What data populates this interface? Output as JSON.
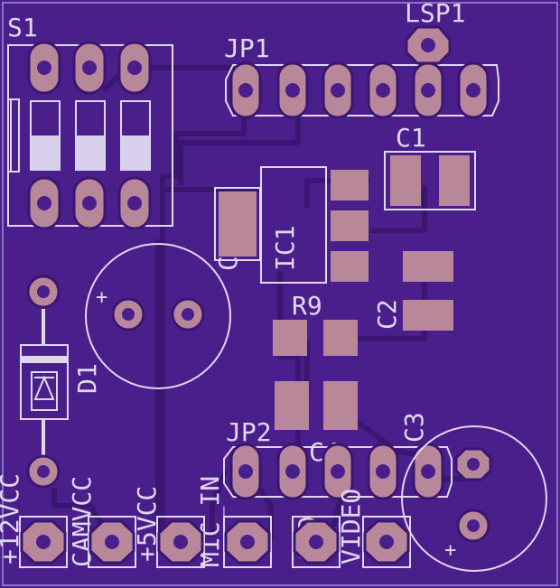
{
  "colors": {
    "board": "#4a1f8c",
    "trace": "#3c1675",
    "silk": "#e0d8ee",
    "pad": "#b8889a",
    "edge": "#cfc6e6"
  },
  "labels": {
    "s1": "S1",
    "jp1": "JP1",
    "lsp1": "LSP1",
    "c1": "C1",
    "ic1": "IC1",
    "c5": "C5",
    "c2": "C2",
    "r9": "R9",
    "d1": "D1",
    "jp2": "JP2",
    "c4": "C4",
    "c3": "C3",
    "plus_a": "+",
    "plus_b": "+",
    "p12vcc": "+12VCC",
    "camvcc": "CAMVCC",
    "p5vcc": "+5VCC",
    "mic_in": "MIC_IN",
    "gnd": "GND",
    "video": "VIDEO"
  }
}
